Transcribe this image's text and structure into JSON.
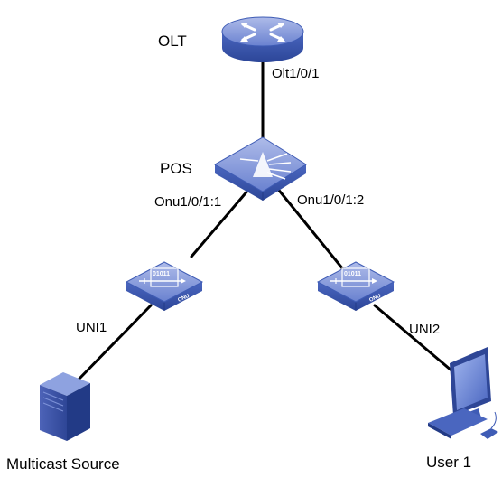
{
  "devices": {
    "olt": {
      "label": "OLT",
      "port": "Olt1/0/1"
    },
    "pos": {
      "label": "POS",
      "port_left": "Onu1/0/1:1",
      "port_right": "Onu1/0/1:2"
    },
    "onu1": {
      "icon_text": "01011",
      "badge": "ONU",
      "uni": "UNI1"
    },
    "onu2": {
      "icon_text": "01011",
      "badge": "ONU",
      "uni": "UNI2"
    },
    "source": {
      "label": "Multicast Source"
    },
    "user": {
      "label": "User 1"
    }
  },
  "colors": {
    "device_blue_top": "#7d92d8",
    "device_blue_side": "#3f5cb5",
    "device_blue_dark": "#27408f",
    "link": "#000000"
  }
}
